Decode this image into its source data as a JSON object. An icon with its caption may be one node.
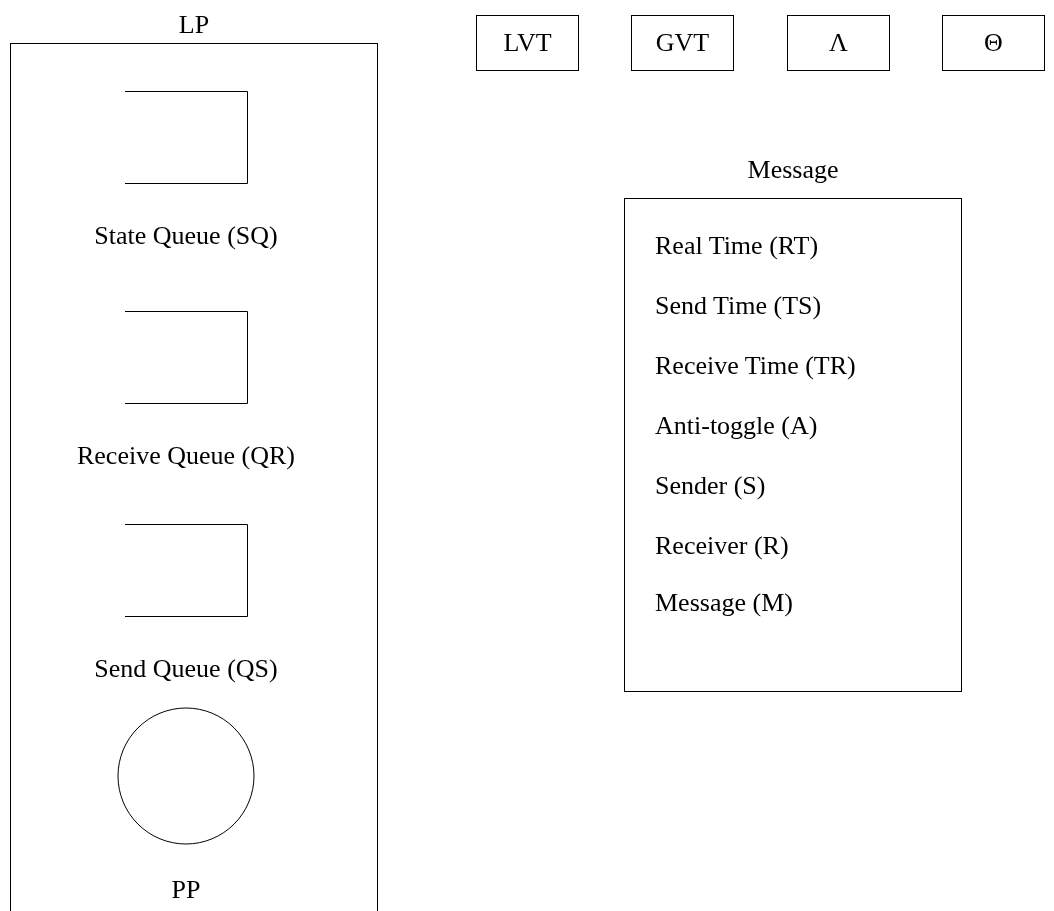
{
  "diagram": {
    "nodes": [
      {
        "text": [
          "LP"
        ]
      },
      {
        "text": [
          "State Queue (SQ)"
        ],
        "in": 0
      },
      {
        "text": [
          "Receive Queue (QR)"
        ],
        "in": 0
      },
      {
        "text": [
          "Send Queue (QS)"
        ],
        "in": 0
      },
      {
        "text": [
          "PP"
        ],
        "in": 0
      },
      {
        "text": [
          "LVT"
        ]
      },
      {
        "text": [
          "GVT"
        ]
      },
      {
        "text": [
          "Λ"
        ]
      },
      {
        "text": [
          "Θ"
        ]
      },
      {
        "text": [
          "Message",
          "Real Time (RT)",
          "Send Time (TS)",
          "Receive Time (TR)",
          "Anti-toggle (A)",
          "Sender (S)",
          "Receiver (R)",
          "Message (M)"
        ]
      }
    ]
  }
}
